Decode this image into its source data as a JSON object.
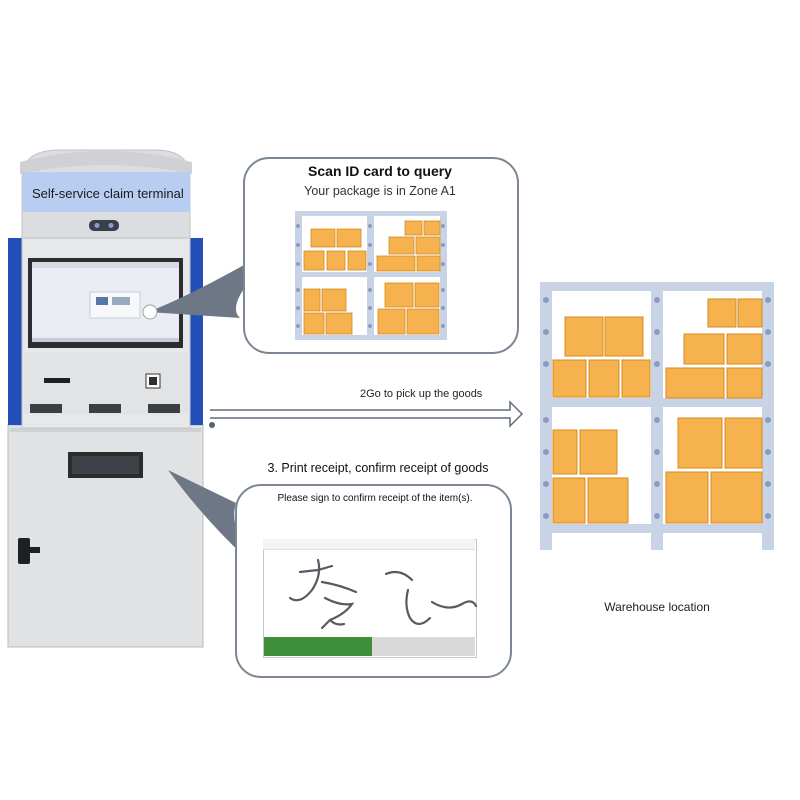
{
  "kiosk": {
    "header_text": "Self-service claim terminal"
  },
  "step1": {
    "title": "Scan ID card to query",
    "subtitle": "Your package is in Zone A1"
  },
  "step2": {
    "label": "2Go to pick up the goods"
  },
  "step3": {
    "title": "3. Print receipt, confirm receipt of goods",
    "sign_prompt": "Please sign to confirm receipt of the item(s)."
  },
  "warehouse": {
    "label": "Warehouse location"
  },
  "colors": {
    "kiosk_body": "#e3e4e6",
    "kiosk_blue": "#1f4fb5",
    "shelf": "#c9d3e6",
    "box": "#f5b24e",
    "box_border": "#d68a1c",
    "arrow": "#5f6b7c",
    "confirm_green": "#3f8f3a"
  }
}
